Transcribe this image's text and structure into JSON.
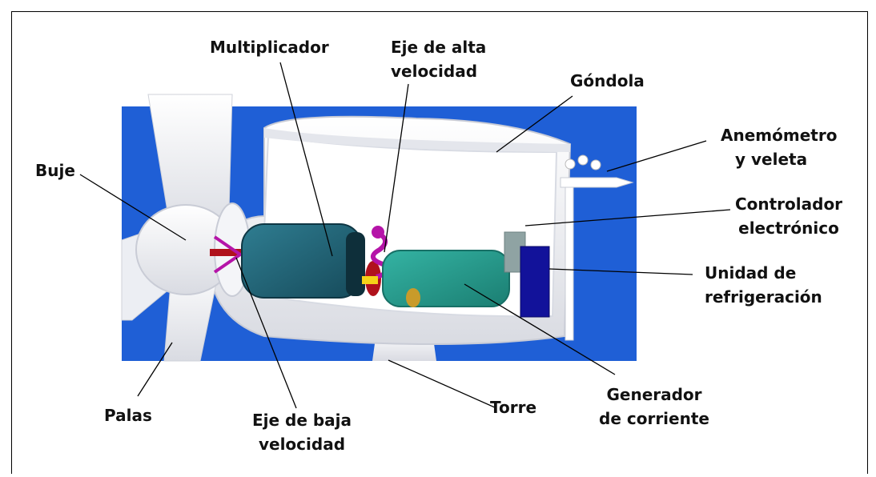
{
  "labels": {
    "multiplicador": "Multiplicador",
    "eje_alta_1": "Eje de alta",
    "eje_alta_2": "velocidad",
    "gondola": "Góndola",
    "anemometro_1": "Anemómetro",
    "anemometro_2": "y veleta",
    "buje": "Buje",
    "controlador_1": "Controlador",
    "controlador_2": "electrónico",
    "unidad_1": "Unidad de",
    "unidad_2": "refrigeración",
    "generador_1": "Generador",
    "generador_2": "de corriente",
    "torre": "Torre",
    "palas": "Palas",
    "eje_baja_1": "Eje de baja",
    "eje_baja_2": "velocidad"
  },
  "colors": {
    "background_panel": "#1f5fd6",
    "nacelle": "#f2f3f6",
    "multiplicador": "#1f5f73",
    "generador": "#2a9c8e",
    "refrigeracion": "#12129a",
    "controlador": "#8fa3a3",
    "eje_alta": "#b514a8",
    "eje_baja": "#b0121c"
  }
}
